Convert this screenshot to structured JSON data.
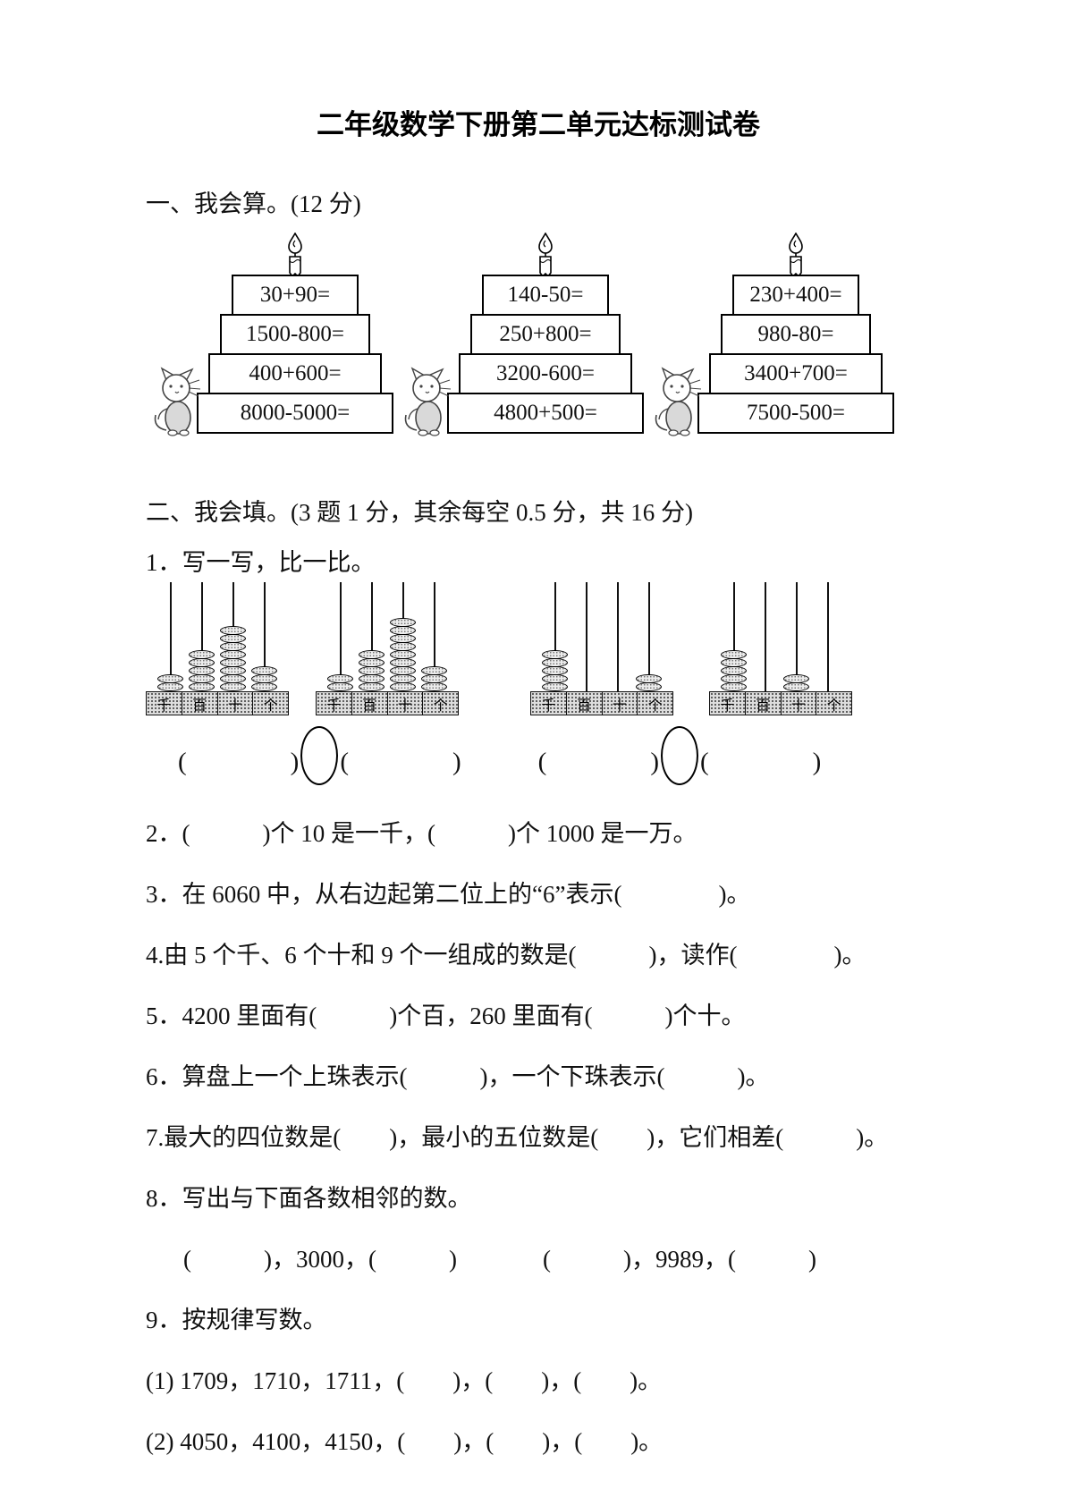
{
  "page_title": "二年级数学下册第二单元达标测试卷",
  "colors": {
    "ink": "#111111",
    "paper": "#ffffff",
    "stipple_gray": "#777777"
  },
  "section1": {
    "heading": "一、我会算。(12 分)",
    "cakes": [
      {
        "tiers": [
          "30+90=",
          "1500-800=",
          "400+600=",
          "8000-5000="
        ]
      },
      {
        "tiers": [
          "140-50=",
          "250+800=",
          "3200-600=",
          "4800+500="
        ]
      },
      {
        "tiers": [
          "230+400=",
          "980-80=",
          "3400+700=",
          "7500-500="
        ]
      }
    ]
  },
  "section2": {
    "heading": "二、我会填。(3 题 1 分，其余每空 0.5 分，共 16 分)",
    "q1": {
      "text": "1．写一写，比一比。",
      "place_labels": [
        "千",
        "百",
        "十",
        "个"
      ],
      "abacuses": [
        {
          "beads": [
            2,
            5,
            8,
            3
          ]
        },
        {
          "beads": [
            2,
            5,
            9,
            3
          ]
        },
        {
          "beads": [
            5,
            0,
            0,
            2
          ]
        },
        {
          "beads": [
            5,
            0,
            2,
            0
          ]
        }
      ],
      "blank": "(　　　　)"
    },
    "q2": "2．(　　　)个 10 是一千，(　　　)个 1000 是一万。",
    "q3": "3．在 6060 中，从右边起第二位上的“6”表示(　　　　)。",
    "q4": "4.由 5 个千、6 个十和 9 个一组成的数是(　　　)，读作(　　　　)。",
    "q5": "5．4200 里面有(　　　)个百，260 里面有(　　　)个十。",
    "q6": "6．算盘上一个上珠表示(　　　)，一个下珠表示(　　　)。",
    "q7": "7.最大的四位数是(　　)，最小的五位数是(　　)，它们相差(　　　)。",
    "q8": {
      "text": "8．写出与下面各数相邻的数。",
      "line_left": "(　　　)，3000，(　　　)",
      "line_right": "(　　　)，9989，(　　　)"
    },
    "q9": {
      "text": "9．按规律写数。",
      "line1": "(1) 1709，1710，1711，(　　)，(　　)，(　　)。",
      "line2": "(2) 4050，4100，4150，(　　)，(　　)，(　　)。"
    }
  }
}
